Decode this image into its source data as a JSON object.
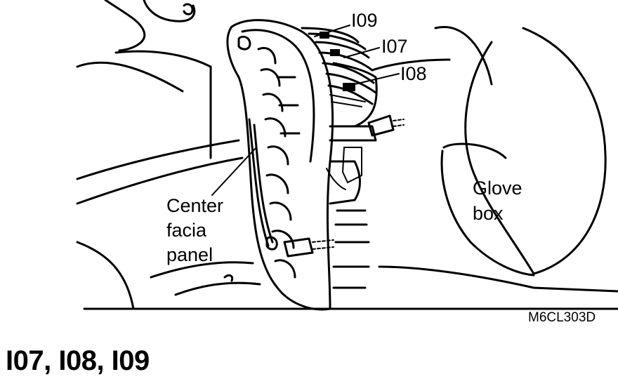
{
  "labels": {
    "i09": "I09",
    "i07": "I07",
    "i08": "I08",
    "center_facia_line1": "Center",
    "center_facia_line2": "facia",
    "center_facia_line3": "panel",
    "glove_box_line1": "Glove",
    "glove_box_line2": "box"
  },
  "figure_code": "M6CL303D",
  "caption": "I07, I08, I09"
}
